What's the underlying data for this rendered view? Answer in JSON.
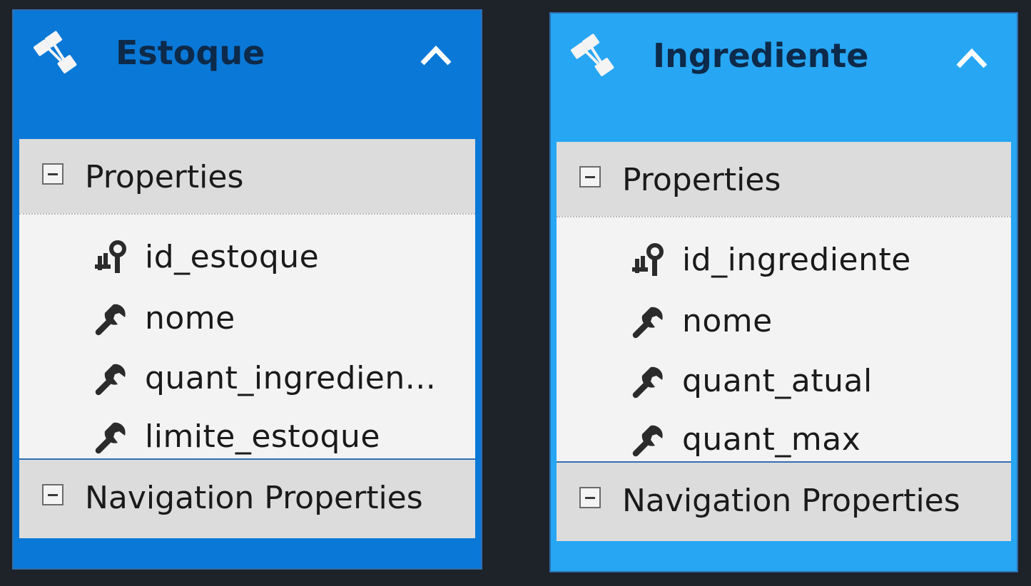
{
  "entities": [
    {
      "title": "Estoque",
      "icon": "entity-icon",
      "collapse_icon": "chevron-up-icon",
      "header_color": "#0a78d7",
      "properties_label": "Properties",
      "properties": [
        {
          "name": "id_estoque",
          "icon": "key-icon"
        },
        {
          "name": "nome",
          "icon": "wrench-icon"
        },
        {
          "name": "quant_ingredien...",
          "icon": "wrench-icon"
        },
        {
          "name": "limite_estoque",
          "icon": "wrench-icon"
        }
      ],
      "navigation_label": "Navigation Properties"
    },
    {
      "title": "Ingrediente",
      "icon": "entity-icon",
      "collapse_icon": "chevron-up-icon",
      "header_color": "#27a6f3",
      "properties_label": "Properties",
      "properties": [
        {
          "name": "id_ingrediente",
          "icon": "key-icon"
        },
        {
          "name": "nome",
          "icon": "wrench-icon"
        },
        {
          "name": "quant_atual",
          "icon": "wrench-icon"
        },
        {
          "name": "quant_max",
          "icon": "wrench-icon"
        }
      ],
      "navigation_label": "Navigation Properties"
    }
  ]
}
